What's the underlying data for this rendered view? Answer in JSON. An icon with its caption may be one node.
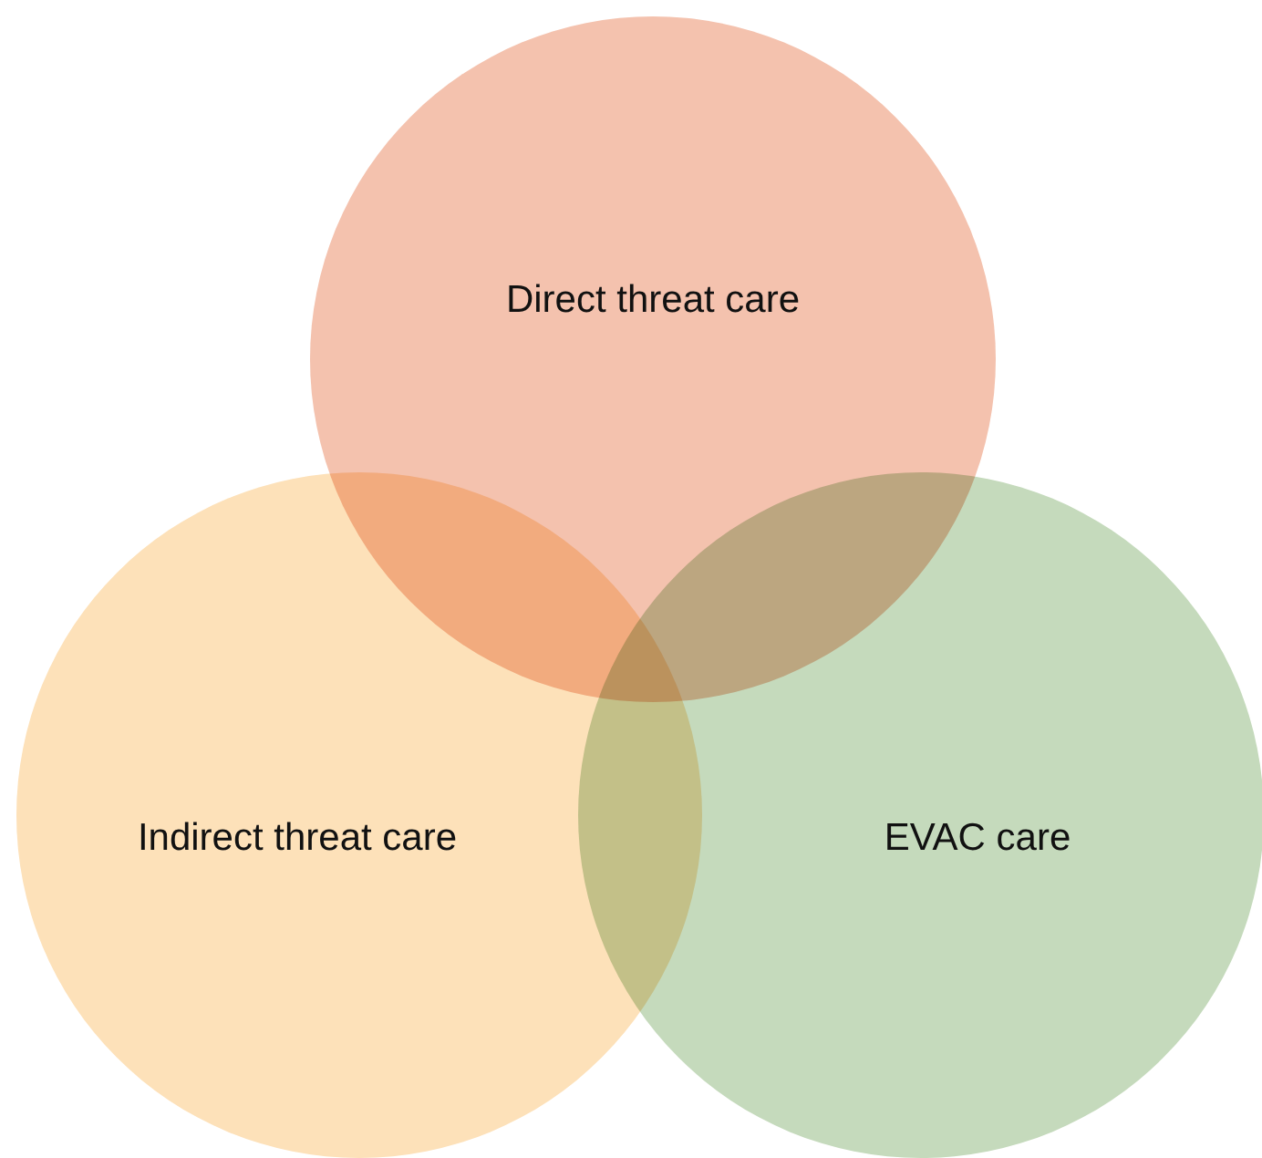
{
  "diagram": {
    "nodes": [
      {
        "text": [
          "Direct threat care"
        ]
      },
      {
        "text": [
          "Indirect threat care"
        ]
      },
      {
        "text": [
          "EVAC care"
        ]
      }
    ]
  }
}
